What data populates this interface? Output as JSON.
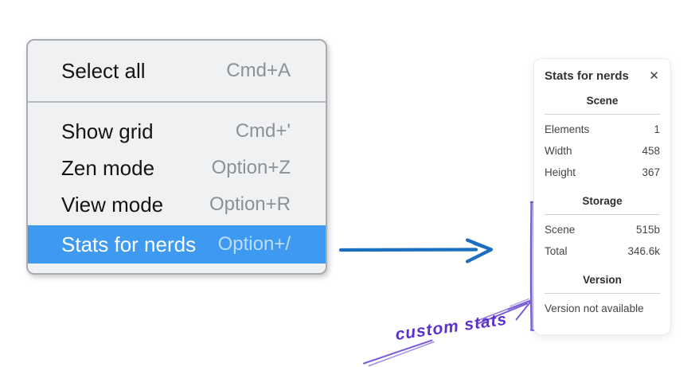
{
  "colors": {
    "menu_highlight": "#3d9af0",
    "arrow_blue": "#1b6fc2",
    "sketch_purple": "#7b5dd6",
    "annotation_text_purple": "#5a31cf"
  },
  "menu": {
    "items": [
      {
        "label": "Select all",
        "shortcut": "Cmd+A"
      },
      {
        "label": "Show grid",
        "shortcut": "Cmd+'"
      },
      {
        "label": "Zen mode",
        "shortcut": "Option+Z"
      },
      {
        "label": "View mode",
        "shortcut": "Option+R"
      },
      {
        "label": "Stats for nerds",
        "shortcut": "Option+/",
        "selected": true
      }
    ]
  },
  "stats_panel": {
    "title": "Stats for nerds",
    "close_glyph": "✕",
    "sections": [
      {
        "header": "Scene",
        "rows": [
          {
            "label": "Elements",
            "value": "1"
          },
          {
            "label": "Width",
            "value": "458"
          },
          {
            "label": "Height",
            "value": "367"
          }
        ]
      },
      {
        "header": "Storage",
        "rows": [
          {
            "label": "Scene",
            "value": "515b"
          },
          {
            "label": "Total",
            "value": "346.6k"
          }
        ]
      },
      {
        "header": "Version",
        "note": "Version not available"
      }
    ]
  },
  "annotation": {
    "label": "custom stats"
  }
}
